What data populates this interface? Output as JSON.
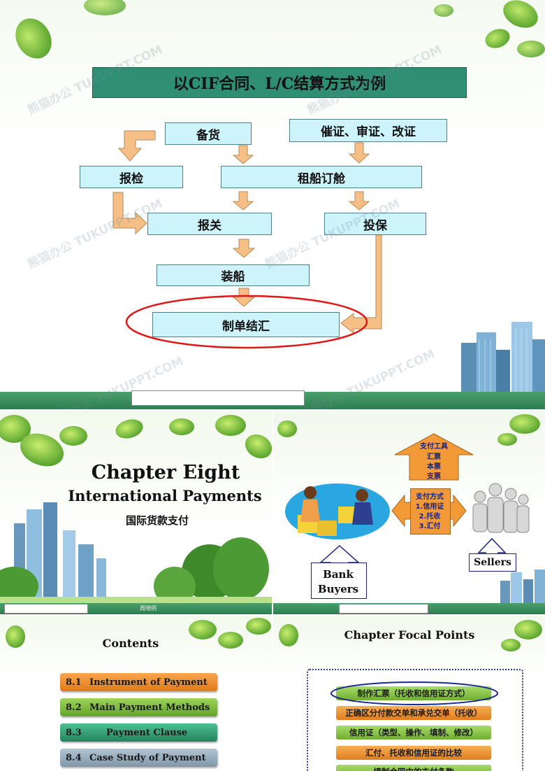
{
  "watermark": "熊猫办公 TUKUPPT.COM",
  "slide1": {
    "title": "以CIF合同、L/C结算方式为例",
    "boxes": {
      "stock": "备货",
      "lc": "催证、审证、改证",
      "inspection": "报检",
      "shipping": "租船订舱",
      "customs": "报关",
      "insurance": "投保",
      "loading": "装船",
      "documents": "制单结汇"
    }
  },
  "slide2": {
    "title1": "Chapter Eight",
    "title2": "International Payments",
    "subtitle": "国际货款支付",
    "footer": "周晓明"
  },
  "slide3": {
    "tools_title": "支付工具",
    "tools": [
      "汇票",
      "本票",
      "支票"
    ],
    "methods_title": "支付方式",
    "methods": [
      "1.信用证",
      "2.托收",
      "3.汇付"
    ],
    "bank": "Bank",
    "buyers": "Buyers",
    "sellers": "Sellers"
  },
  "slide4": {
    "title": "Contents",
    "items": [
      {
        "num": "8.1",
        "label": "Instrument of Payment",
        "color": "#f08a2a"
      },
      {
        "num": "8.2",
        "label": "Main Payment Methods",
        "color": "#7cbd3c"
      },
      {
        "num": "8.3",
        "label": "Payment Clause",
        "color": "#2f9e74"
      },
      {
        "num": "8.4",
        "label": "Case Study of Payment",
        "color": "#8fa7ba"
      }
    ]
  },
  "slide5": {
    "title": "Chapter Focal Points",
    "items": [
      {
        "label": "制作汇票（托收和信用证方式）",
        "color": "#8dcc4a"
      },
      {
        "label": "正确区分付款交单和承兑交单（托收）",
        "color": "#f29a38"
      },
      {
        "label": "信用证（类型、操作、填制、修改）",
        "color": "#8dcc4a"
      },
      {
        "label": "汇付、托收和信用证的比较",
        "color": "#f29a38"
      },
      {
        "label": "填制合同中的支付条款",
        "color": "#8dcc4a"
      }
    ]
  },
  "colors": {
    "green_bar": "#2e7d52",
    "box_fill": "#cdf3fb",
    "arrow": "#f5bf86",
    "highlight_ellipse": "#e01515"
  }
}
